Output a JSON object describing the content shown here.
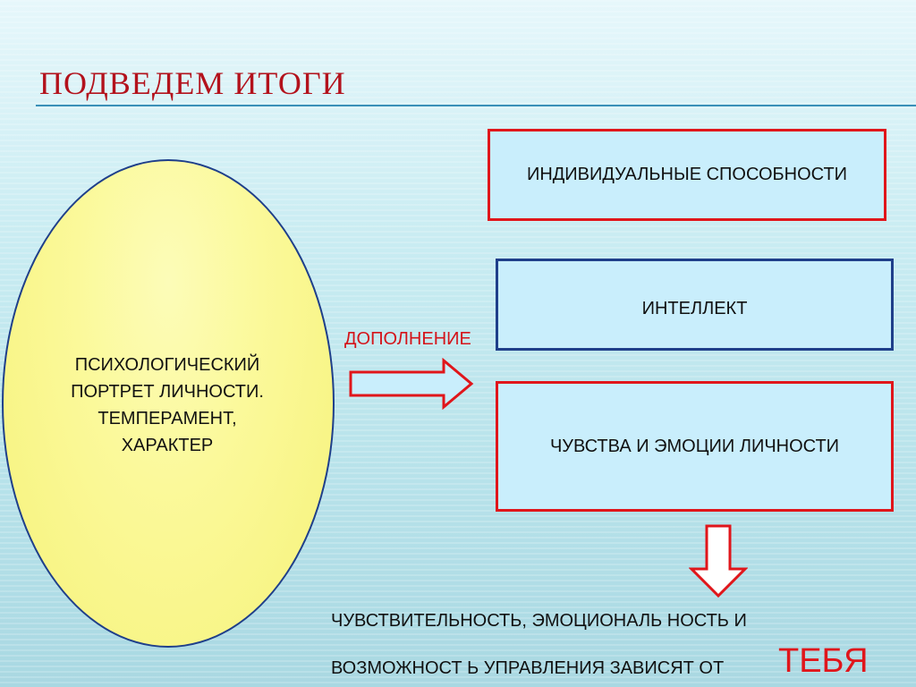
{
  "slide": {
    "title": "ПОДВЕДЕМ  ИТОГИ"
  },
  "ellipse": {
    "lines": [
      "ПСИХОЛОГИЧЕСКИЙ",
      "ПОРТРЕТ ЛИЧНОСТИ.",
      "ТЕМПЕРАМЕНТ,",
      "ХАРАКТЕР"
    ]
  },
  "arrow": {
    "label": "ДОПОЛНЕНИЕ"
  },
  "boxes": {
    "abilities": "ИНДИВИДУАЛЬНЫЕ СПОСОБНОСТИ",
    "intellect": "ИНТЕЛЛЕКТ",
    "emotions": "ЧУВСТВА И ЭМОЦИИ ЛИЧНОСТИ"
  },
  "conclusion": {
    "line1": "ЧУВСТВИТЕЛЬНОСТЬ, ЭМОЦИОНАЛЬ НОСТЬ И",
    "line2": "ВОЗМОЖНОСТ Ь  УПРАВЛЕНИЯ ЗАВИСЯТ  ОТ",
    "emphasis": "ТЕБЯ"
  },
  "colors": {
    "accent_red": "#e0161b",
    "title_red": "#b3121c",
    "border_blue": "#1f3f8a",
    "box_fill": "#c9eefc",
    "ellipse_fill": "#fbf99a"
  }
}
